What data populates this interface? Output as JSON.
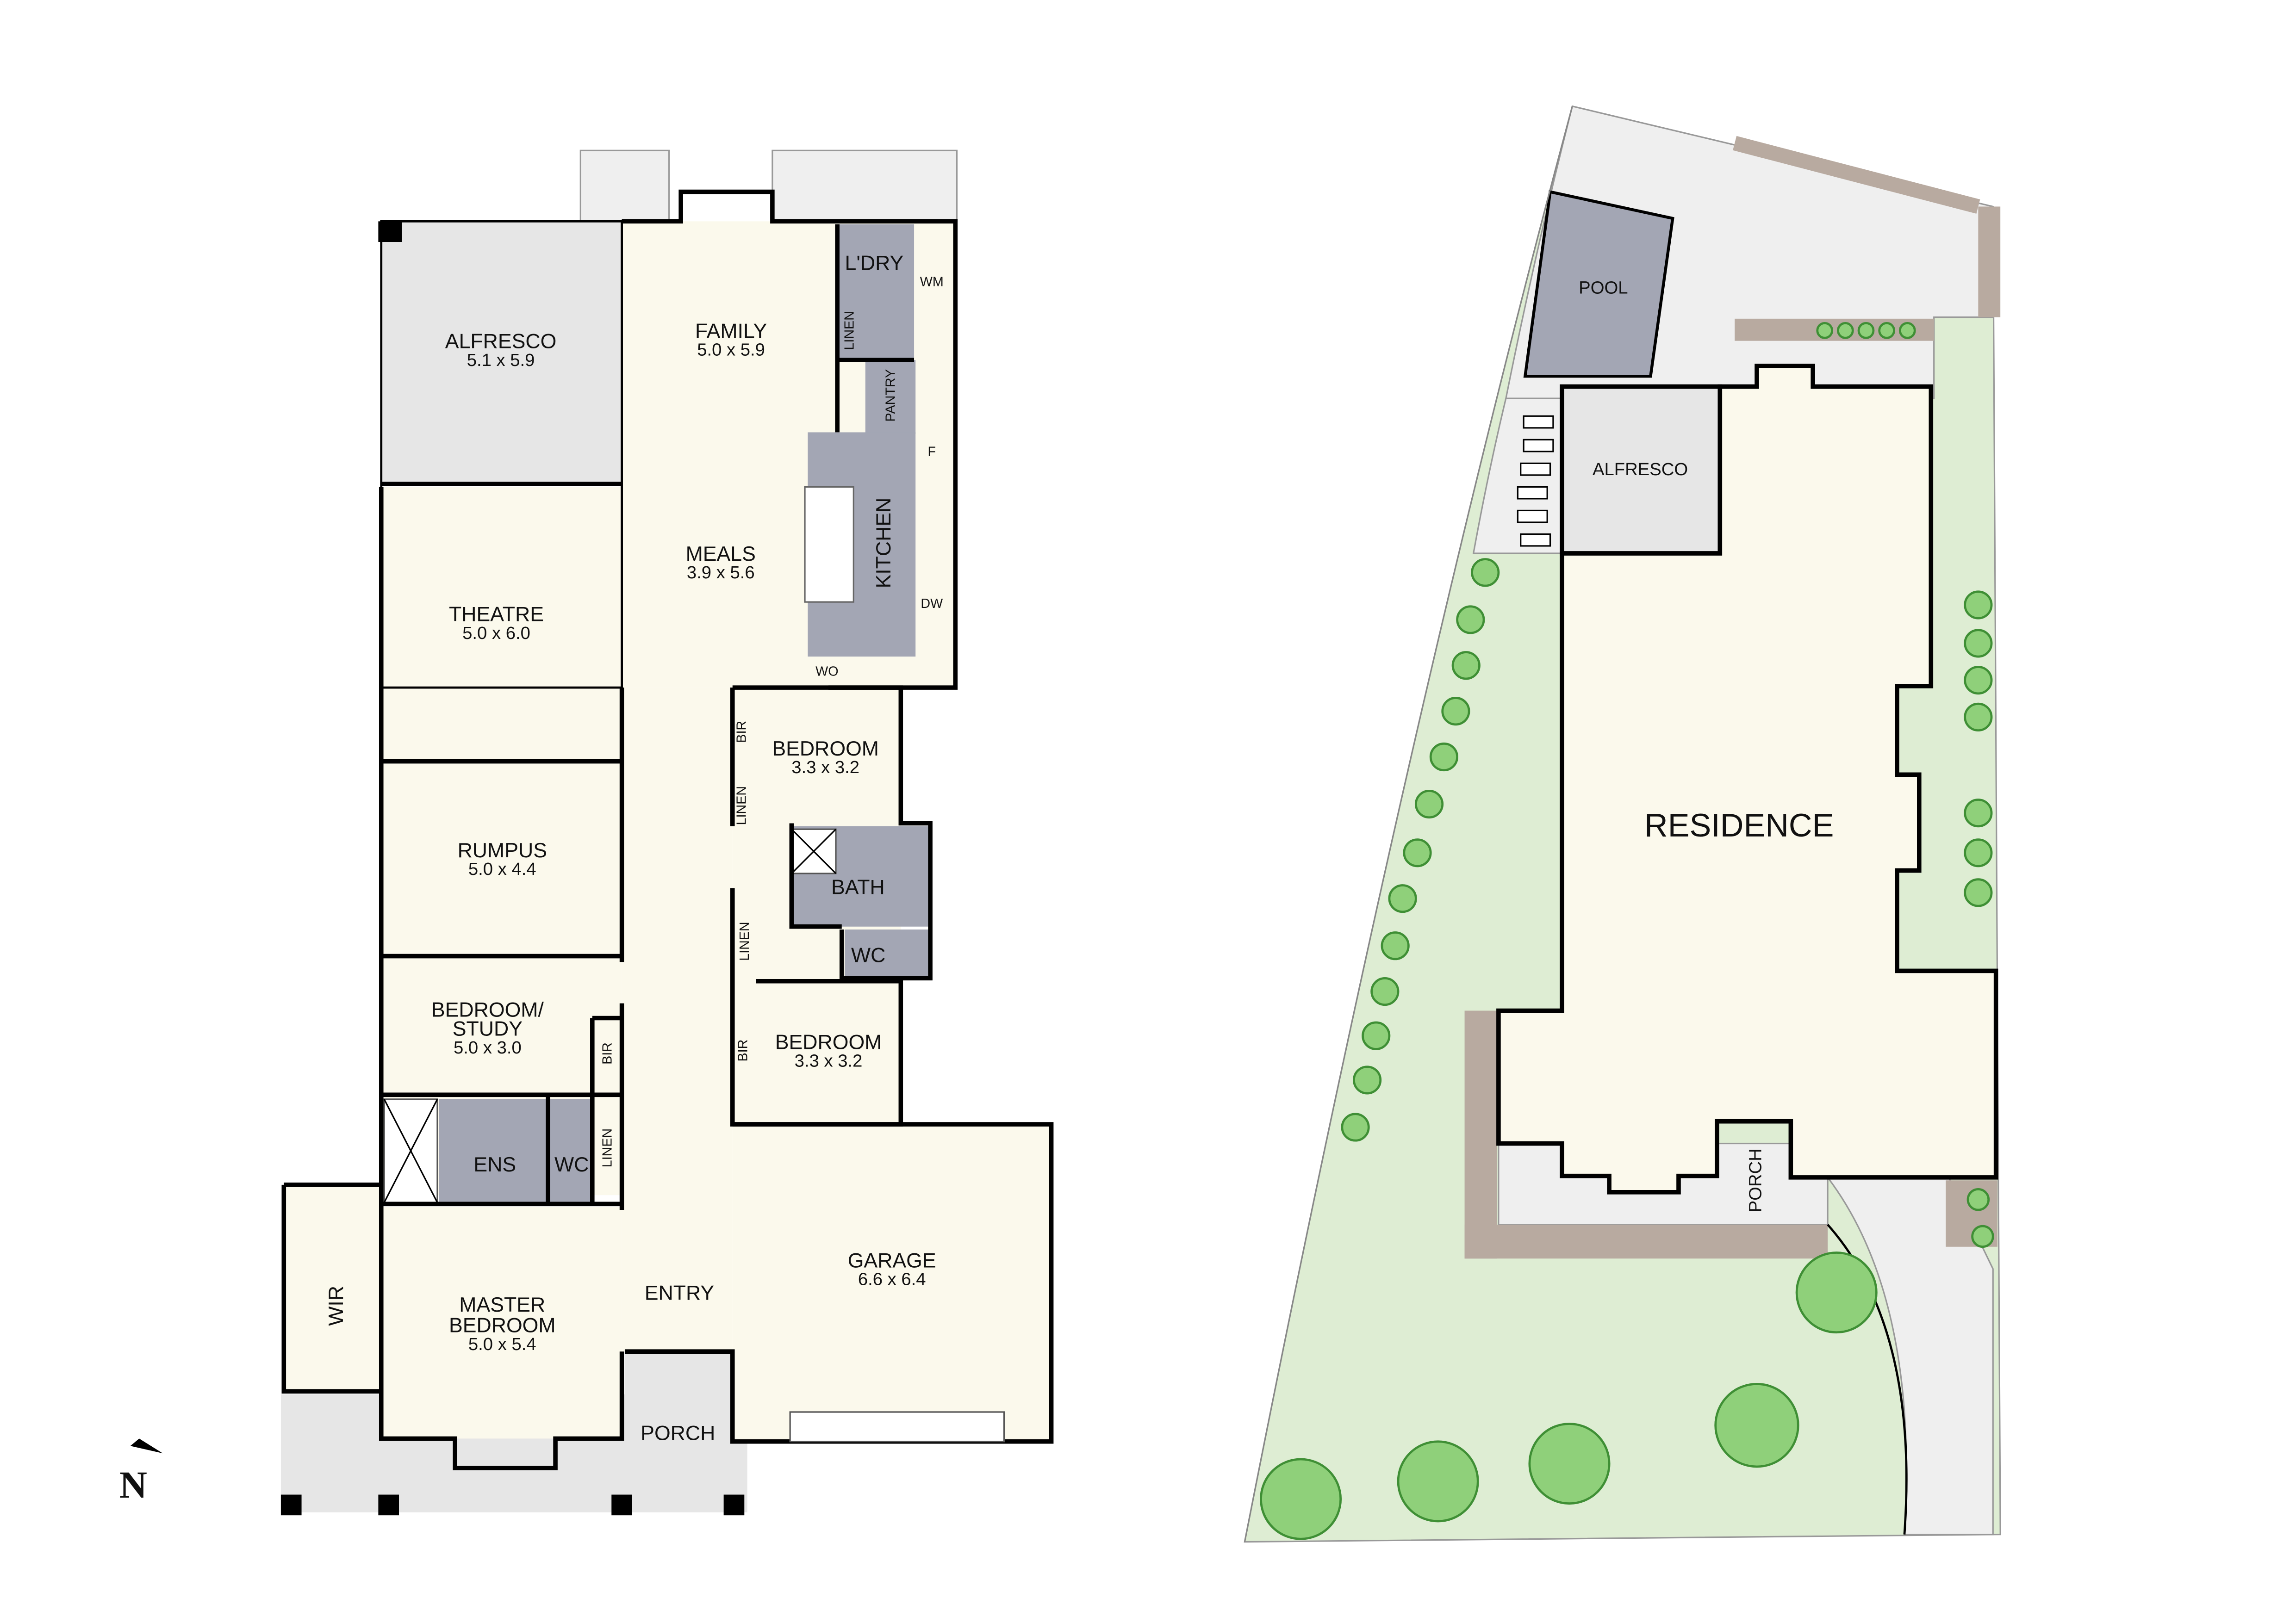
{
  "floor_plan": {
    "rooms": [
      {
        "id": "alfresco",
        "name": "ALFRESCO",
        "size": "5.1 x 5.9"
      },
      {
        "id": "family",
        "name": "FAMILY",
        "size": "5.0 x 5.9"
      },
      {
        "id": "meals",
        "name": "MEALS",
        "size": "3.9 x 5.6"
      },
      {
        "id": "theatre",
        "name": "THEATRE",
        "size": "5.0 x 6.0"
      },
      {
        "id": "rumpus",
        "name": "RUMPUS",
        "size": "5.0 x 4.4"
      },
      {
        "id": "bedroom-study",
        "name": "BEDROOM/",
        "name2": "STUDY",
        "size": "5.0 x 3.0"
      },
      {
        "id": "master",
        "name": "MASTER",
        "name2": "BEDROOM",
        "size": "5.0 x 5.4"
      },
      {
        "id": "bedroom1",
        "name": "BEDROOM",
        "size": "3.3 x 3.2"
      },
      {
        "id": "bedroom2",
        "name": "BEDROOM",
        "size": "3.3 x 3.2"
      },
      {
        "id": "garage",
        "name": "GARAGE",
        "size": "6.6 x 6.4"
      }
    ],
    "labels": {
      "ldry": "L'DRY",
      "wm": "WM",
      "linen": "LINEN",
      "pantry": "PANTRY",
      "kitchen": "KITCHEN",
      "f": "F",
      "dw": "DW",
      "wo": "WO",
      "bir": "BIR",
      "bath": "BATH",
      "wc": "WC",
      "ens": "ENS",
      "wir": "WIR",
      "entry": "ENTRY",
      "porch": "PORCH"
    },
    "north": "N"
  },
  "site_plan": {
    "pool": "POOL",
    "alfresco": "ALFRESCO",
    "residence": "RESIDENCE",
    "porch": "PORCH"
  },
  "colors": {
    "wall": "#000000",
    "floor": "#fbf9ec",
    "wet_area": "#a3a6b4",
    "outdoor": "#e6e6e6",
    "lawn": "#deedd3",
    "tree": "#8fd07a"
  }
}
